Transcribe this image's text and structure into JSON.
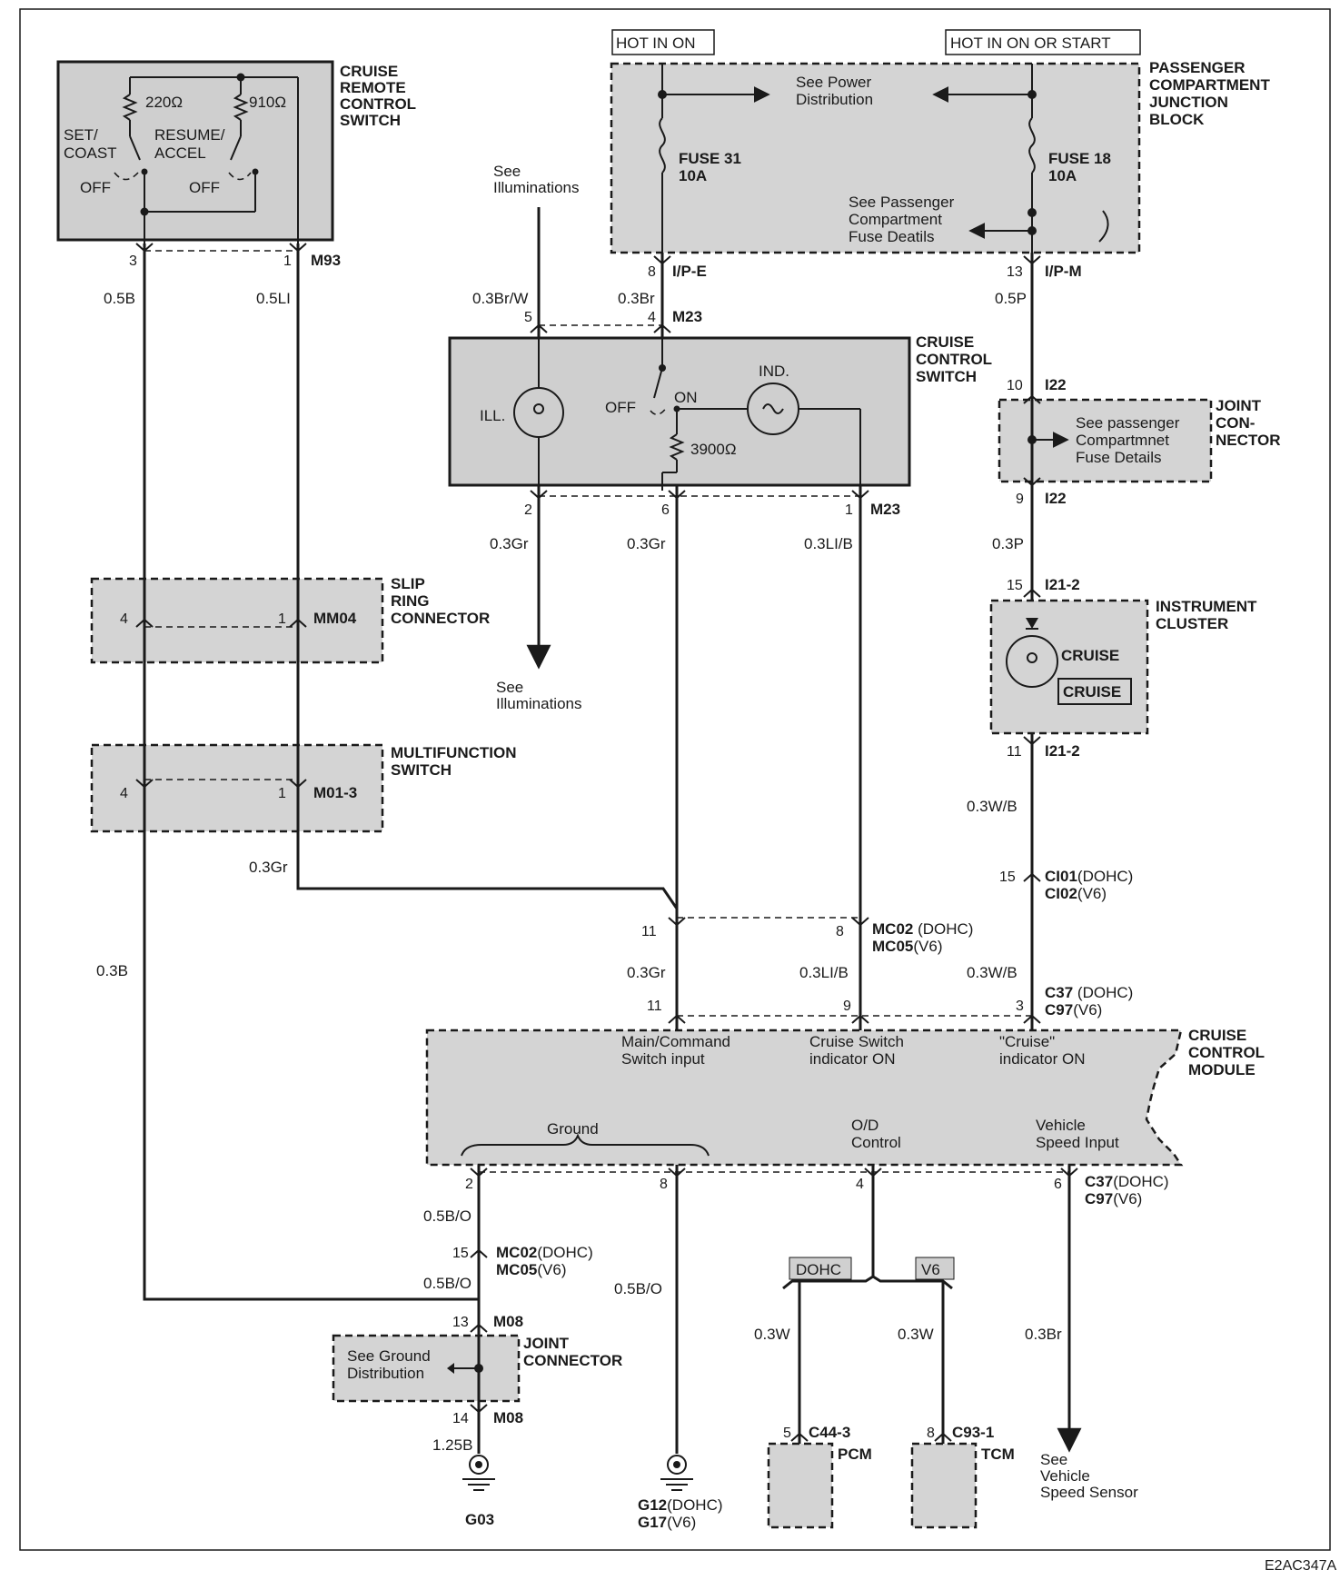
{
  "diagram_id": "E2AC347A",
  "hot_labels": {
    "hot_in_on": "HOT IN ON",
    "hot_in_on_or_start": "HOT IN ON OR START"
  },
  "components": {
    "remote_switch": [
      "CRUISE",
      "REMOTE",
      "CONTROL",
      "SWITCH"
    ],
    "junction_block": [
      "PASSENGER",
      "COMPARTMENT",
      "JUNCTION",
      "BLOCK"
    ],
    "control_switch": [
      "CRUISE",
      "CONTROL",
      "SWITCH"
    ],
    "joint_connector_top": [
      "JOINT",
      "CON-",
      "NECTOR"
    ],
    "slip_ring": [
      "SLIP",
      "RING",
      "CONNECTOR"
    ],
    "instrument_cluster": [
      "INSTRUMENT",
      "CLUSTER"
    ],
    "multifunction": [
      "MULTIFUNCTION",
      "SWITCH"
    ],
    "control_module": [
      "CRUISE",
      "CONTROL",
      "MODULE"
    ],
    "joint_connector_bottom": [
      "JOINT",
      "CONNECTOR"
    ],
    "pcm": "PCM",
    "tcm": "TCM"
  },
  "remote_switch": {
    "r1": "220Ω",
    "r2": "910Ω",
    "set_coast": [
      "SET/",
      "COAST"
    ],
    "resume_accel": [
      "RESUME/",
      "ACCEL"
    ],
    "off1": "OFF",
    "off2": "OFF"
  },
  "junction": {
    "see_power": [
      "See Power",
      "Distribution"
    ],
    "fuse31": [
      "FUSE 31",
      "10A"
    ],
    "fuse18": [
      "FUSE 18",
      "10A"
    ],
    "see_fuse": [
      "See Passenger",
      "Compartment",
      "Fuse Deatils"
    ]
  },
  "control_switch": {
    "ill": "ILL.",
    "ind": "IND.",
    "off": "OFF",
    "on": "ON",
    "resistor": "3900Ω"
  },
  "joint_top_note": [
    "See passenger",
    "Compartmnet",
    "Fuse Details"
  ],
  "cluster_text": "CRUISE",
  "cluster_box": "CRUISE",
  "illum_top": [
    "See",
    "Illuminations"
  ],
  "illum_bottom": [
    "See",
    "Illuminations"
  ],
  "module_inputs": {
    "main_command": [
      "Main/Command",
      "Switch input"
    ],
    "cruise_switch": [
      "Cruise Switch",
      "indicator ON"
    ],
    "cruise_ind": [
      "\"Cruise\"",
      "indicator ON"
    ],
    "ground": "Ground",
    "od": [
      "O/D",
      "Control"
    ],
    "vss": [
      "Vehicle",
      "Speed Input"
    ]
  },
  "joint_bottom_note": [
    "See Ground",
    "Distribution"
  ],
  "dohc_label": "DOHC",
  "v6_label": "V6",
  "vss_note": [
    "See",
    "Vehicle",
    "Speed Sensor"
  ],
  "connectors": {
    "m93": "M93",
    "ipe": "I/P-E",
    "ipm": "I/P-M",
    "m23a": "M23",
    "m23b": "M23",
    "i22a": "I22",
    "i22b": "I22",
    "i21a": "I21-2",
    "i21b": "I21-2",
    "mm04": "MM04",
    "m013": "M01-3",
    "ci01": "CI01",
    "ci01s": "(DOHC)",
    "ci02": "CI02",
    "ci02s": "(V6)",
    "mc02a": "MC02",
    "mc02as": " (DOHC)",
    "mc05a": "MC05",
    "mc05as": "(V6)",
    "c37a": "C37",
    "c37as": " (DOHC)",
    "c97a": "C97",
    "c97as": "(V6)",
    "c37b": "C37",
    "c37bs": "(DOHC)",
    "c97b": "C97",
    "c97bs": "(V6)",
    "mc02b": "MC02",
    "mc02bs": "(DOHC)",
    "mc05b": "MC05",
    "mc05bs": "(V6)",
    "m08a": "M08",
    "m08b": "M08",
    "c443": "C44-3",
    "c931": "C93-1"
  },
  "grounds": {
    "g03": "G03",
    "g12": "G12",
    "g12s": "(DOHC)",
    "g17": "G17",
    "g17s": "(V6)"
  },
  "wires": {
    "w05b": "0.5B",
    "w05li": "0.5LI",
    "w03brw": "0.3Br/W",
    "w03br": "0.3Br",
    "w05p": "0.5P",
    "w03gr_a": "0.3Gr",
    "w03gr_b": "0.3Gr",
    "w03lib_a": "0.3LI/B",
    "w03p": "0.3P",
    "w03wb_a": "0.3W/B",
    "w03gr_c": "0.3Gr",
    "w03b": "0.3B",
    "w03gr_d": "0.3Gr",
    "w03lib_b": "0.3LI/B",
    "w03wb_b": "0.3W/B",
    "w05bo_a": "0.5B/O",
    "w05bo_b": "0.5B/O",
    "w05bo_c": "0.5B/O",
    "w03w_a": "0.3W",
    "w03w_b": "0.3W",
    "w03br_b": "0.3Br",
    "w125b": "1.25B"
  },
  "pins": {
    "p3": "3",
    "p1": "1",
    "p8": "8",
    "p13": "13",
    "p5": "5",
    "p4": "4",
    "p10": "10",
    "p9": "9",
    "p2": "2",
    "p6": "6",
    "p1b": "1",
    "p15": "15",
    "ps4": "4",
    "ps1": "1",
    "pm4": "4",
    "pm1": "1",
    "p11c": "11",
    "pci15": "15",
    "p11a": "11",
    "p8a": "8",
    "p11b": "11",
    "p9b": "9",
    "p3b": "3",
    "pg2": "2",
    "pg8": "8",
    "pg4": "4",
    "pg6": "6",
    "pj15": "15",
    "pj13": "13",
    "pj14": "14",
    "pp5": "5",
    "pt8": "8"
  }
}
